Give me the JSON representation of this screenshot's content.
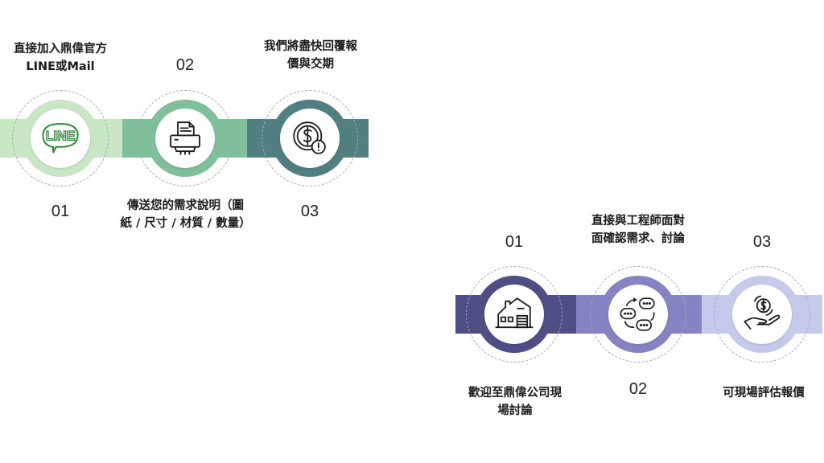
{
  "flow1": {
    "colors": {
      "step1": "#c9e6c5",
      "step2": "#7fc09a",
      "step3": "#4f7f80"
    },
    "steps": [
      {
        "number": "01",
        "caption_line1": "直接加入鼎偉官方",
        "caption_line2": "LINE或Mail",
        "icon": "line-logo-icon",
        "logo_text": "LINE"
      },
      {
        "number": "02",
        "caption_line1": "傳送您的需求說明（圖",
        "caption_line2": "紙 / 尺寸 / 材質 / 數量）",
        "icon": "printer-document-icon"
      },
      {
        "number": "03",
        "caption_line1": "我們將盡快回覆報",
        "caption_line2": "價與交期",
        "icon": "dollar-coin-alert-icon"
      }
    ]
  },
  "flow2": {
    "colors": {
      "step1": "#4e4d86",
      "step2": "#8583c4",
      "step3": "#c5c9eb"
    },
    "steps": [
      {
        "number": "01",
        "caption_line1": "歡迎至鼎偉公司現",
        "caption_line2": "場討論",
        "icon": "factory-building-icon"
      },
      {
        "number": "02",
        "caption_line1": "直接與工程師面對",
        "caption_line2": "面確認需求、討論",
        "icon": "chat-bubbles-icon"
      },
      {
        "number": "03",
        "caption_line1": "可現場評估報價",
        "caption_line2": "",
        "icon": "hand-coin-icon"
      }
    ]
  }
}
